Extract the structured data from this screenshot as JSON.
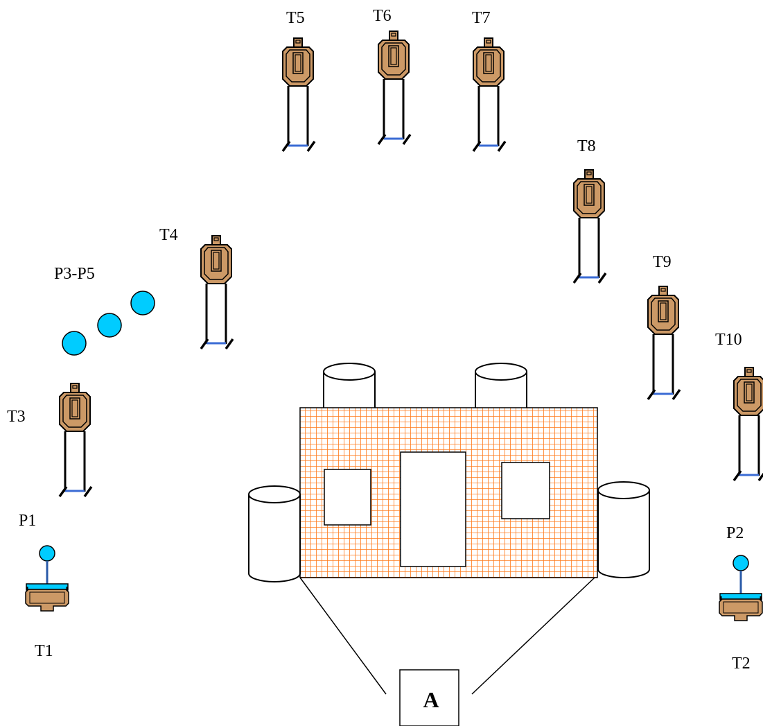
{
  "colors": {
    "target_fill": "#cc9966",
    "popper_fill": "#00ccff",
    "wall_grid": "#ff7a1a",
    "stand_blue": "#3a6bd4",
    "ink": "#000000"
  },
  "targets": [
    {
      "id": "T1",
      "label": "T1",
      "kind": "plate"
    },
    {
      "id": "T2",
      "label": "T2",
      "kind": "plate"
    },
    {
      "id": "T3",
      "label": "T3",
      "kind": "silhouette"
    },
    {
      "id": "T4",
      "label": "T4",
      "kind": "silhouette"
    },
    {
      "id": "T5",
      "label": "T5",
      "kind": "silhouette"
    },
    {
      "id": "T6",
      "label": "T6",
      "kind": "silhouette"
    },
    {
      "id": "T7",
      "label": "T7",
      "kind": "silhouette"
    },
    {
      "id": "T8",
      "label": "T8",
      "kind": "silhouette"
    },
    {
      "id": "T9",
      "label": "T9",
      "kind": "silhouette"
    },
    {
      "id": "T10",
      "label": "T10",
      "kind": "silhouette"
    }
  ],
  "poppers": [
    {
      "id": "P1",
      "label": "P1"
    },
    {
      "id": "P2",
      "label": "P2"
    },
    {
      "id": "P3-P5",
      "label": "P3-P5",
      "count": 3
    }
  ],
  "start_position": {
    "label": "A"
  }
}
